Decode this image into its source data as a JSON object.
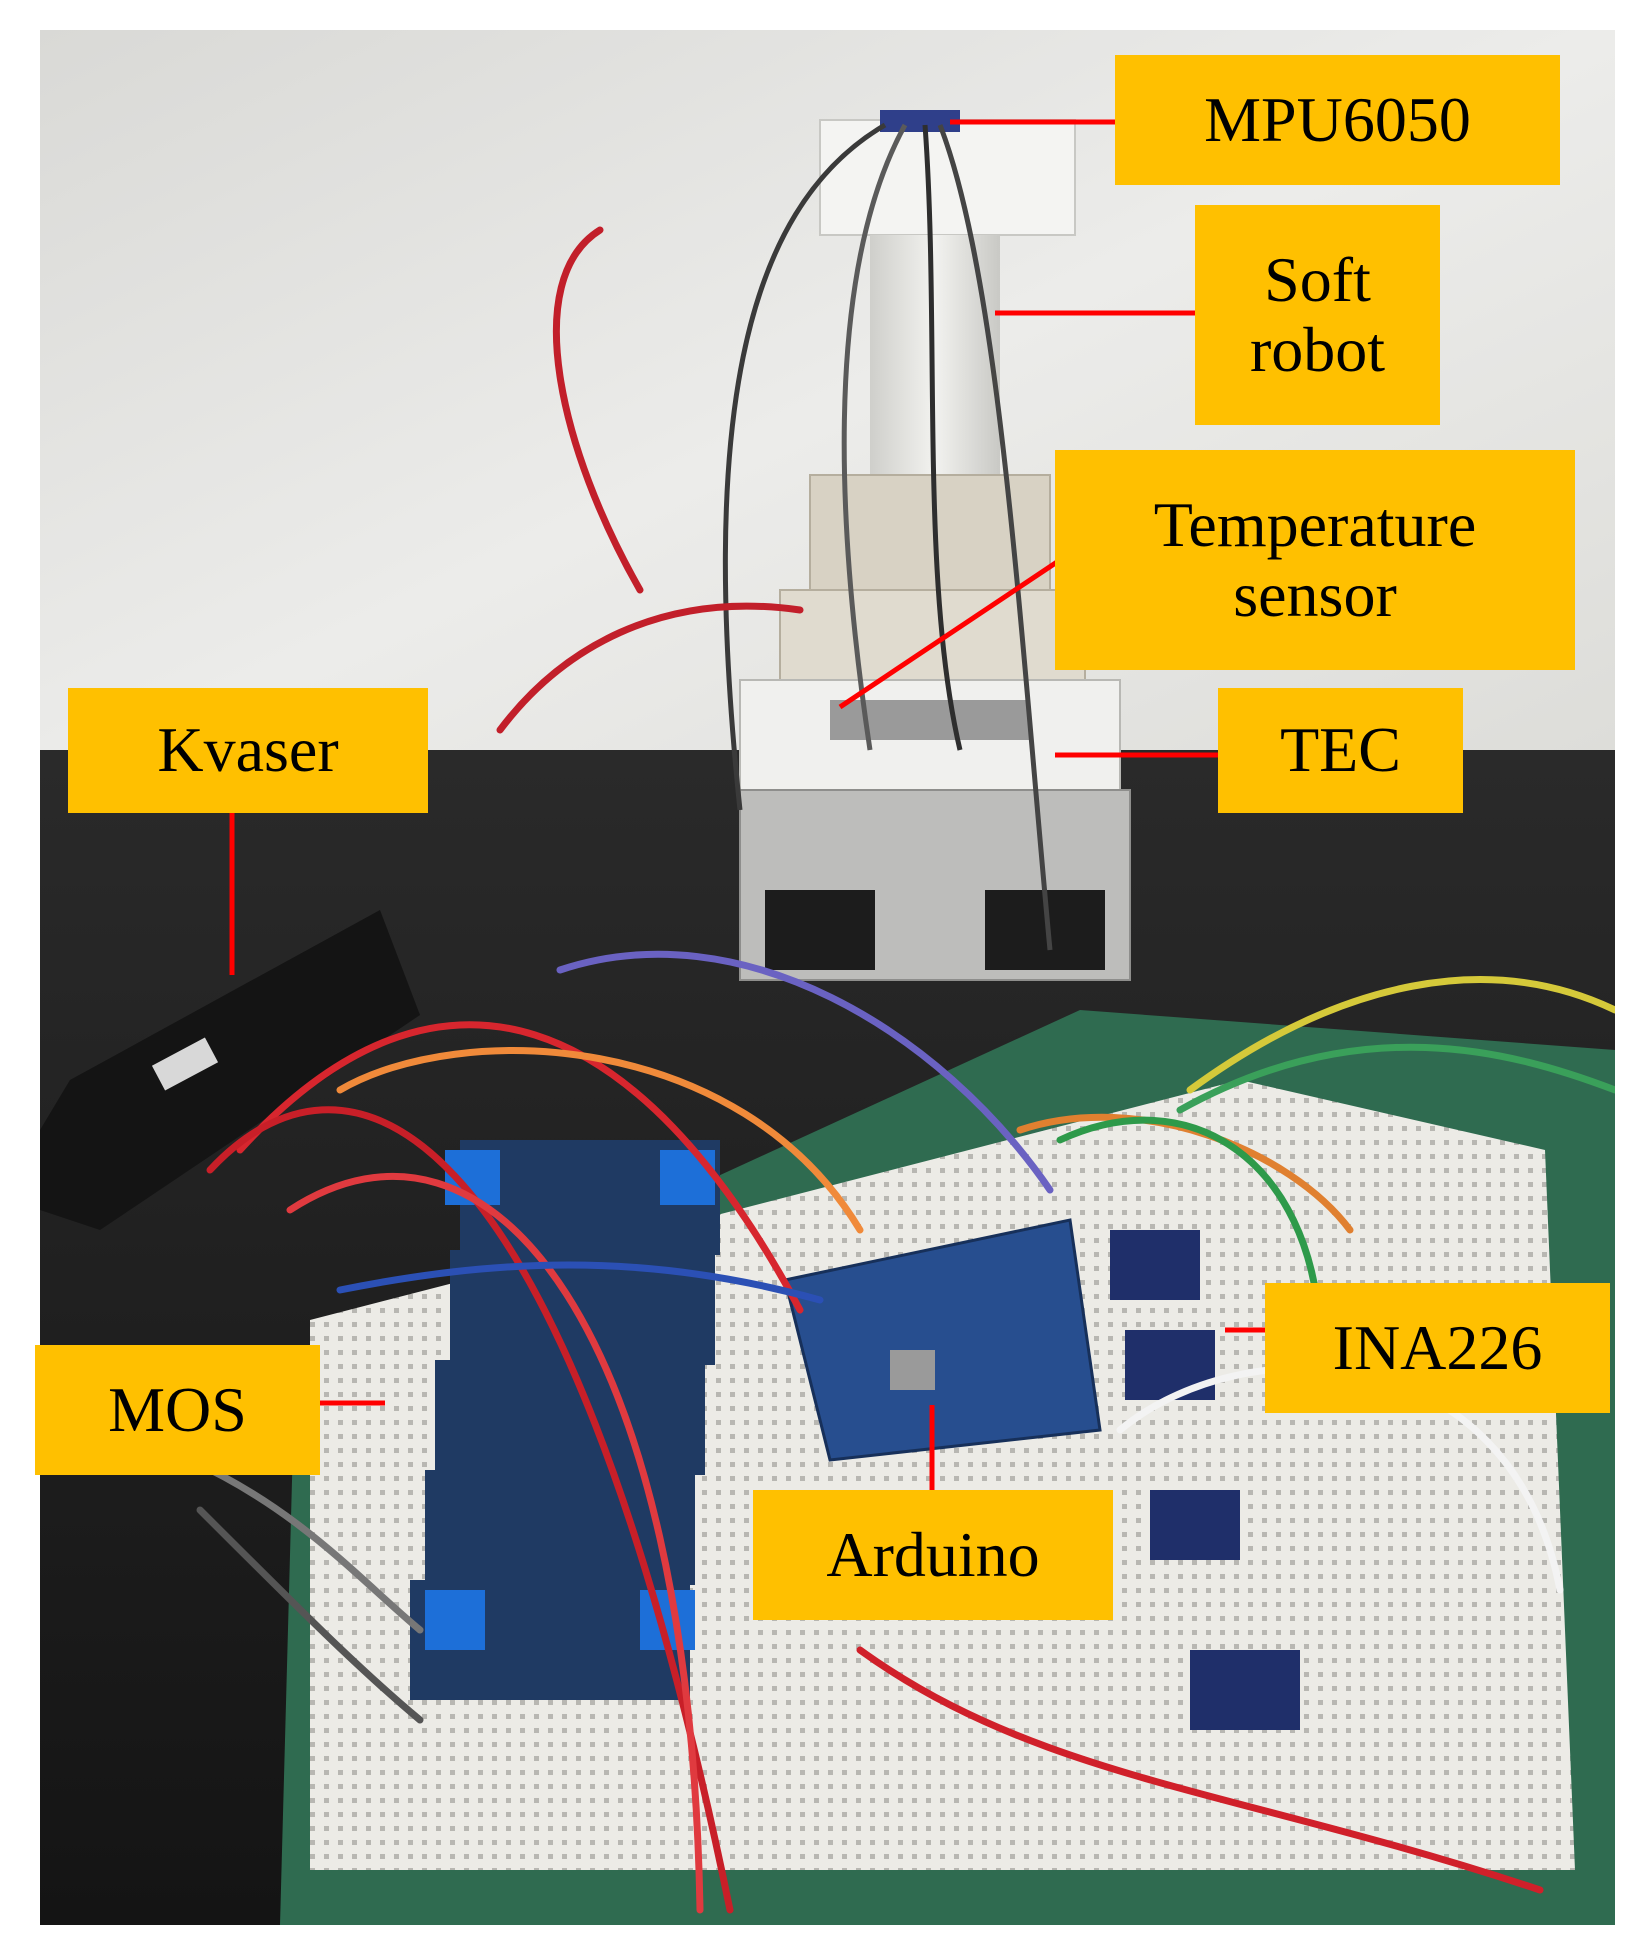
{
  "figure": {
    "labels": {
      "mpu6050": "MPU6050",
      "soft_robot_line1": "Soft",
      "soft_robot_line2": "robot",
      "temperature_line1": "Temperature",
      "temperature_line2": "sensor",
      "tec": "TEC",
      "kvaser": "Kvaser",
      "mos": "MOS",
      "ina226": "INA226",
      "arduino": "Arduino"
    },
    "colors": {
      "label_background": "#ffc000",
      "leader_line": "#ff0000",
      "label_text": "#000000"
    }
  }
}
